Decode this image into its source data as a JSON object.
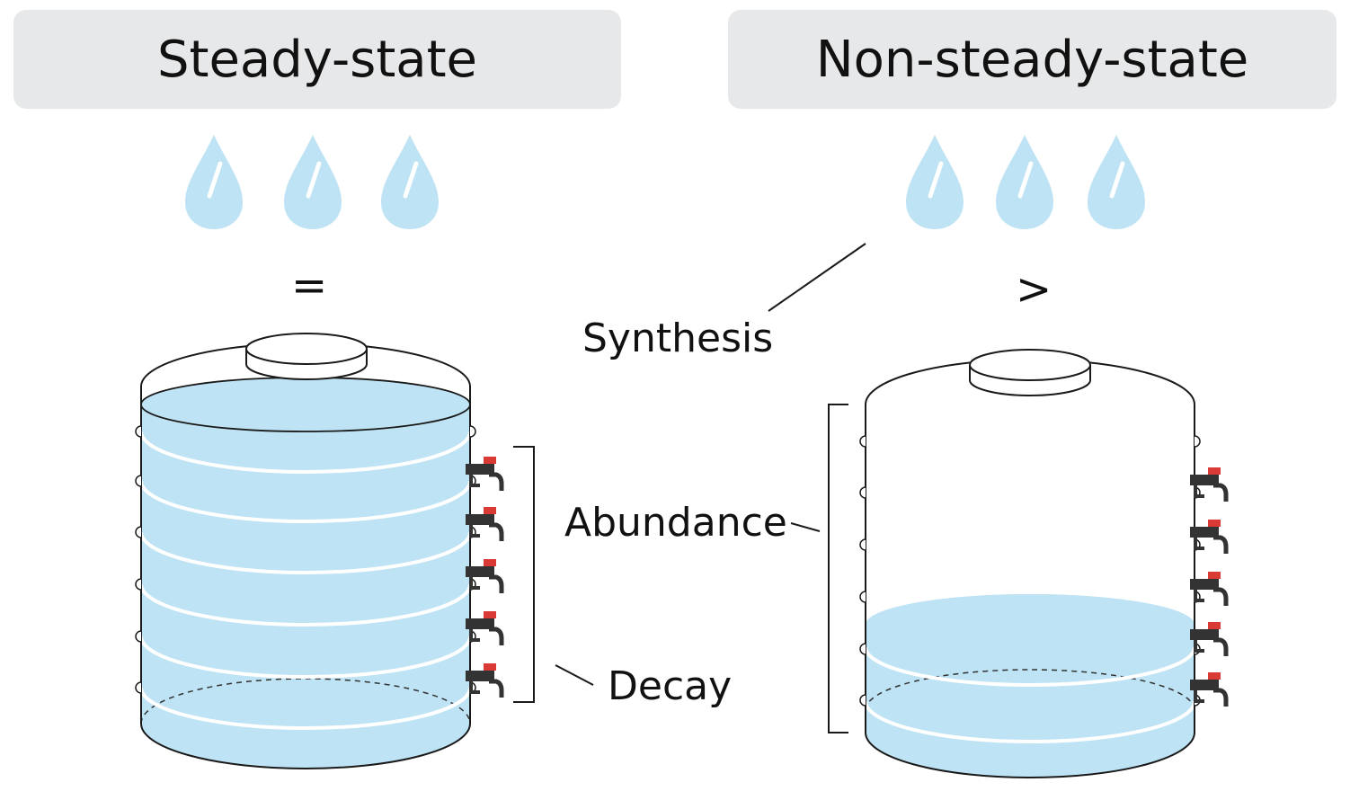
{
  "headers": {
    "left": "Steady-state",
    "right": "Non-steady-state"
  },
  "operators": {
    "left": "=",
    "right": ">"
  },
  "labels": {
    "synthesis": "Synthesis",
    "abundance": "Abundance",
    "decay": "Decay"
  },
  "tanks": {
    "left": {
      "fill_level": 0.95,
      "drop_count": 3,
      "tap_count": 5
    },
    "right": {
      "fill_level": 0.27,
      "drop_count": 3,
      "tap_count": 5
    }
  },
  "colors": {
    "water": "#bde3f4",
    "drop": "#bde3f4",
    "header_bg": "#e7e8e9",
    "tap_handle": "#d93a36",
    "outline": "#1a1a1a"
  }
}
